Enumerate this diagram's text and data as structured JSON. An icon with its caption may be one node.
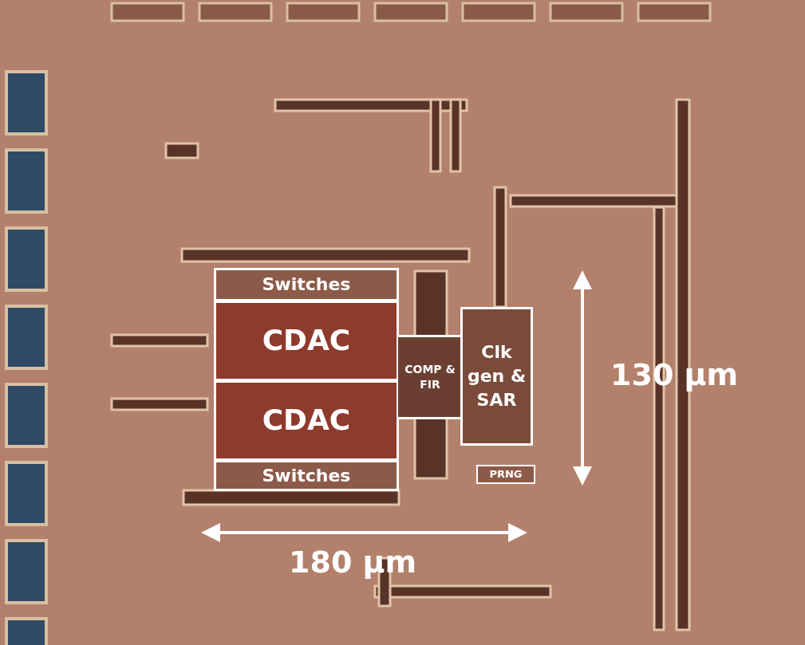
{
  "diagram": {
    "nodes": [
      {
        "text": [
          "Switches"
        ]
      },
      {
        "text": [
          "CDAC"
        ]
      },
      {
        "text": [
          "CDAC"
        ]
      },
      {
        "text": [
          "Switches"
        ]
      },
      {
        "text": [
          "COMP & FIR"
        ]
      },
      {
        "text": [
          "Clk gen & SAR"
        ]
      },
      {
        "text": [
          "PRNG"
        ]
      }
    ],
    "edges": [],
    "labels": [
      "130 µm",
      "180 µm"
    ]
  }
}
